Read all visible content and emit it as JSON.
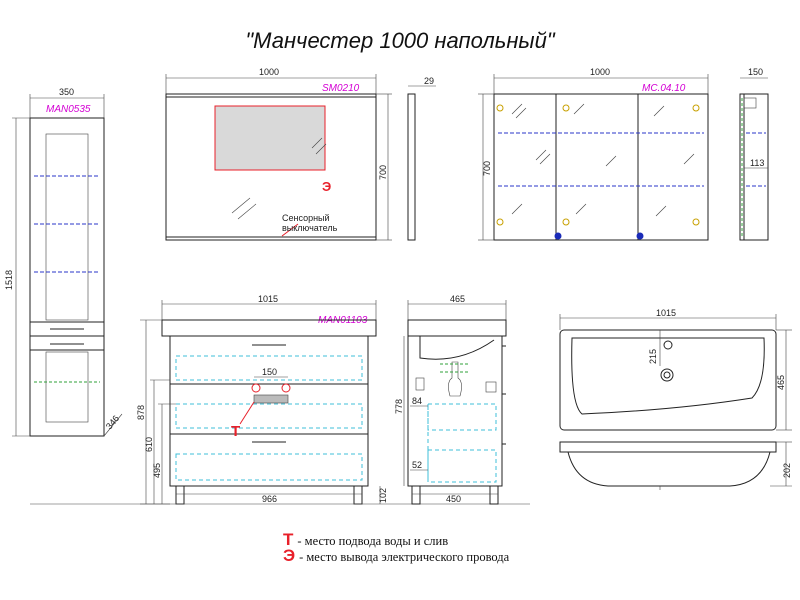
{
  "title": "\"Манчестер 1000 напольный\"",
  "modules": {
    "pencil_case": {
      "code": "MAN0535",
      "width": "350",
      "height": "1518",
      "depth": "346"
    },
    "mirror": {
      "code": "SM0210",
      "width": "1000",
      "height": "700",
      "depth": "29",
      "sensor_label_line1": "Сенсорный",
      "sensor_label_line2": "выключатель"
    },
    "mirror_cabinet": {
      "code": "MC.04.10",
      "width": "1000",
      "height": "700",
      "depth": "150",
      "shelf": "113"
    },
    "vanity": {
      "code": "MAN01103",
      "width": "1015",
      "height": "878",
      "h2": "610",
      "h3": "495",
      "legs": "102",
      "inner_width": "966",
      "pipe_spacing": "150"
    },
    "vanity_side": {
      "depth_top": "465",
      "depth_bottom": "450",
      "height": "778",
      "offset1": "84",
      "offset2": "52"
    },
    "sink": {
      "width": "1015",
      "depth": "465",
      "hole_offset": "215",
      "height": "202"
    }
  },
  "legend": {
    "water_symbol": "Т",
    "water_text": "- место подвода воды и слив",
    "electric_symbol": "Э",
    "electric_text": "- место вывода электрического провода"
  },
  "marks": {
    "water": "Т",
    "electric": "Э"
  },
  "colors": {
    "code_text": "#d400d4",
    "marker_red": "#e8202a",
    "shelf_blue": "#2a34c8",
    "drawer_cyan": "#3fbfd8",
    "glass_green": "#2fa13a"
  }
}
